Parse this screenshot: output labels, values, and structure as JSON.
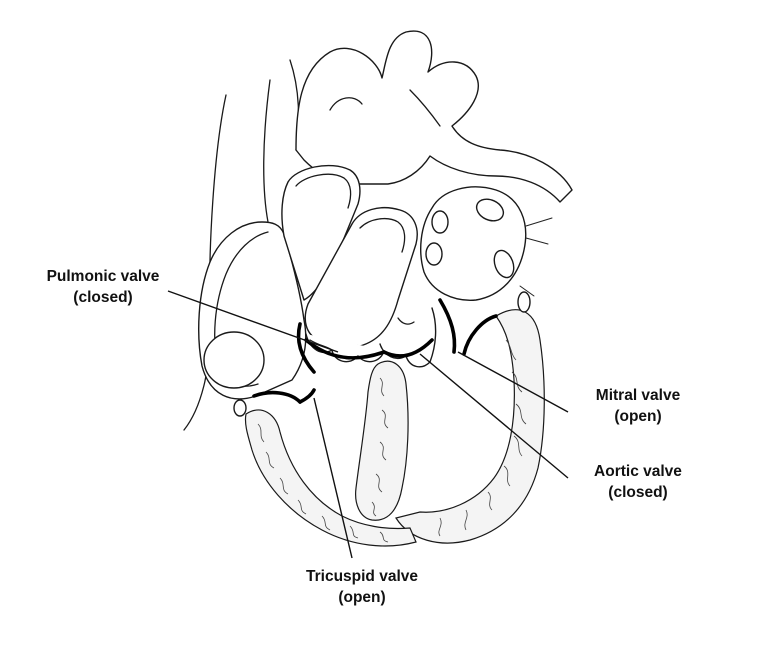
{
  "labels": {
    "pulmonic_line1": "Pulmonic valve",
    "pulmonic_line2": "(closed)",
    "mitral_line1": "Mitral valve",
    "mitral_line2": "(open)",
    "aortic_line1": "Aortic valve",
    "aortic_line2": "(closed)",
    "tricuspid_line1": "Tricuspid valve",
    "tricuspid_line2": "(open)"
  },
  "colors": {
    "outline": "#1a1a1a",
    "background": "#ffffff",
    "label_text": "#111111"
  }
}
